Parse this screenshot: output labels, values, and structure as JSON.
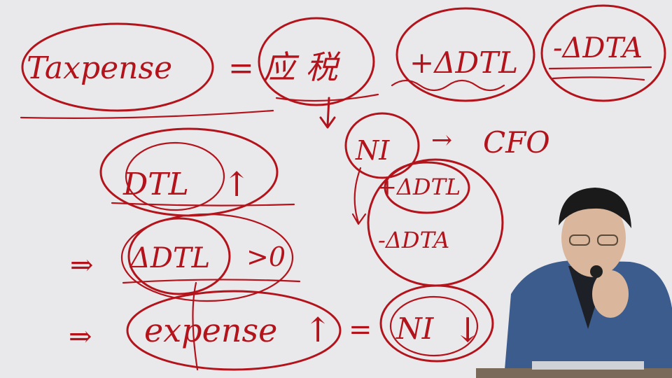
{
  "board": {
    "line1": {
      "left": "Taxpense",
      "equals": "=",
      "kanji": "应 税",
      "term1": "+ΔDTL",
      "term2": "-ΔDTA"
    },
    "ni_to_cfo": {
      "source": "NI",
      "arrow": "→",
      "target": "CFO",
      "addback1": "+ΔDTL",
      "addback2": "-ΔDTA"
    },
    "row_dtl": {
      "label": "DTL",
      "trend": "↑"
    },
    "row_delta": {
      "prefix": "⇒",
      "label": "ΔDTL",
      "comparison": ">0"
    },
    "row_expense": {
      "prefix": "⇒",
      "label": "expense",
      "trend": "↑",
      "equals": "=",
      "result": "NI",
      "result_trend": "↓"
    }
  },
  "colors": {
    "ink": "#b3141c",
    "whiteboard": "#e9e9ec",
    "jacket": "#3b5c8c"
  },
  "presenter": {
    "icon": "presenter-figure"
  }
}
